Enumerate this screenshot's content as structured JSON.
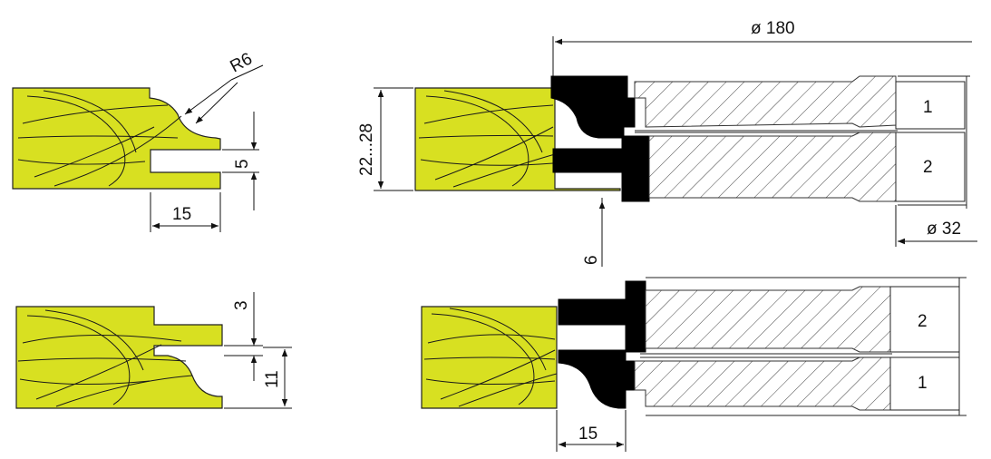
{
  "colors": {
    "wood": "#d8e021",
    "cutter": "#000000",
    "line": "#222222",
    "background": "#ffffff"
  },
  "labels": {
    "radius": "R6",
    "groove_depth_top": "5",
    "groove_offset_top": "15",
    "diameter_outer": "ø 180",
    "thickness_range": "22...28",
    "step_6": "6",
    "bore_diameter": "ø 32",
    "knife_1_top": "1",
    "knife_2_top": "2",
    "groove_width_bottom": "3",
    "step_11": "11",
    "knife_2_bottom": "2",
    "knife_1_bottom": "1",
    "offset_15_bottom": "15"
  }
}
